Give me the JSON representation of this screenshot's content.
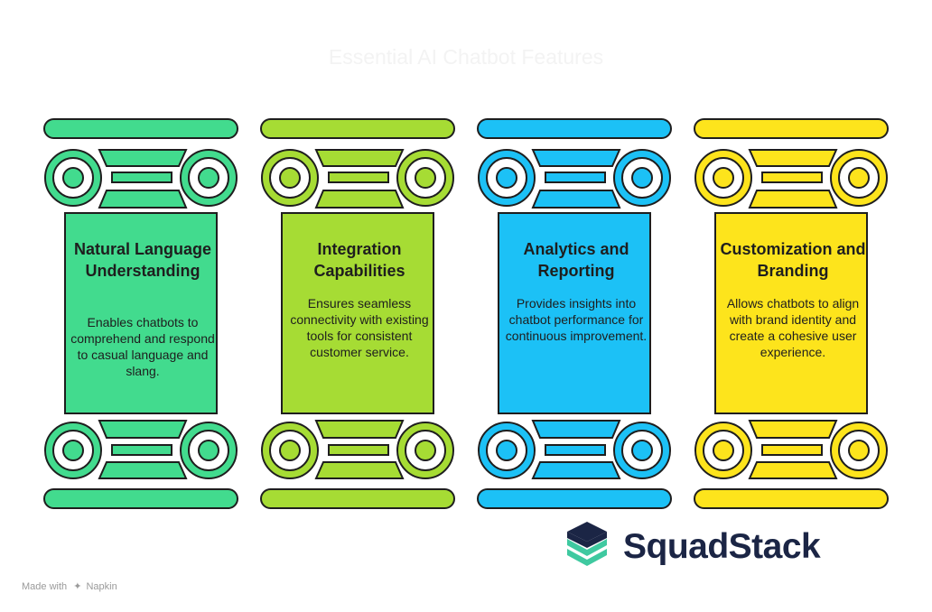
{
  "title": "Essential AI Chatbot Features",
  "pillars": [
    {
      "title": "Natural Language Understanding",
      "description": "Enables chatbots to comprehend and respond to casual language and slang.",
      "color": "#42db8e"
    },
    {
      "title": "Integration Capabilities",
      "description": "Ensures seamless connectivity with existing tools for consistent customer service.",
      "color": "#a6dc34"
    },
    {
      "title": "Analytics and Reporting",
      "description": "Provides insights into chatbot performance for continuous improvement.",
      "color": "#1cc1f6"
    },
    {
      "title": "Customization and Branding",
      "description": "Allows chatbots to align with brand identity and create a cohesive user experience.",
      "color": "#fde41c"
    }
  ],
  "logo": {
    "name": "SquadStack",
    "icon": "stacked-layers-icon"
  },
  "footer": {
    "made_with": "Made with",
    "brand": "Napkin"
  },
  "colors": {
    "outline": "#1e1e1e",
    "logo_dark": "#1b2545",
    "logo_teal": "#3fc9a0"
  }
}
